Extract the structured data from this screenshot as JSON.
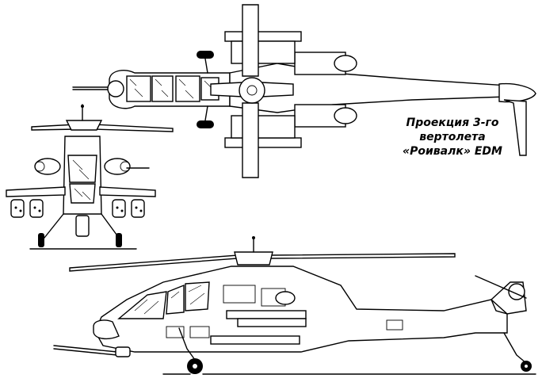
{
  "caption": {
    "line1": "Проекция 3-го",
    "line2": "вертолета",
    "line3": "«Роивалк» EDM"
  },
  "views": [
    "top-view",
    "front-view",
    "side-view"
  ]
}
